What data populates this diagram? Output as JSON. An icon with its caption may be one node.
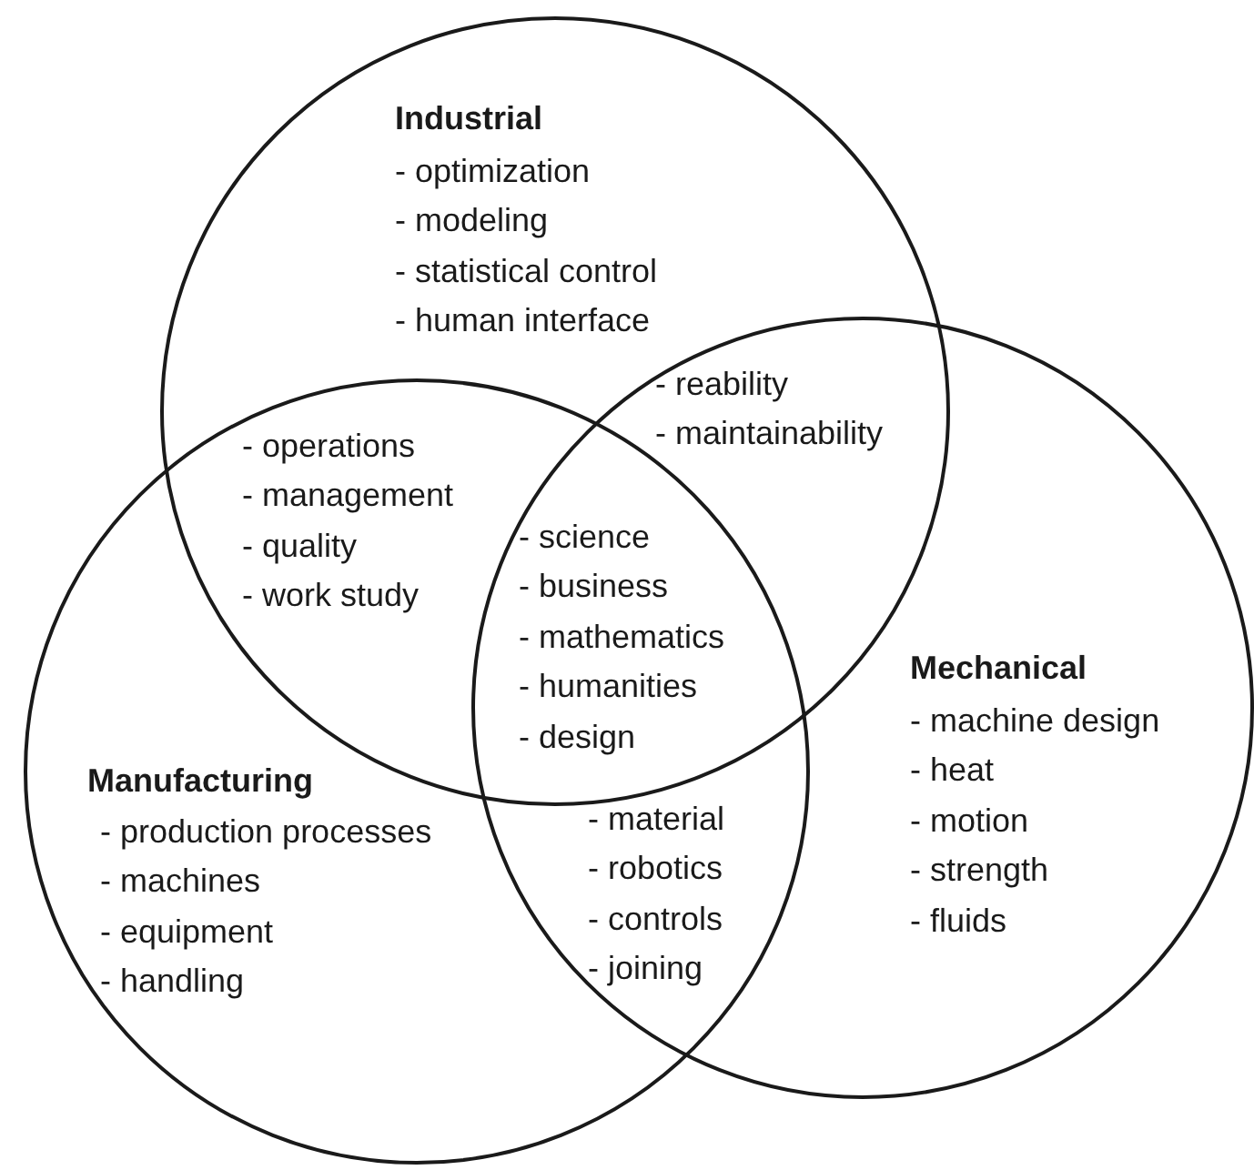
{
  "diagram": {
    "nodes": [
      {
        "text": [
          "Industrial",
          "- optimization",
          "- modeling",
          "- statistical control",
          "- human interface"
        ]
      },
      {
        "text": [
          "Manufacturing",
          "- production processes",
          "- machines",
          "- equipment",
          "- handling"
        ]
      },
      {
        "text": [
          "Mechanical",
          "- machine design",
          "- heat",
          "- motion",
          "- strength",
          "- fluids"
        ]
      }
    ],
    "labels": [
      "- reability",
      "- maintainability",
      "- operations",
      "- management",
      "- quality",
      "- work study",
      "- science",
      "- business",
      "- mathematics",
      "- humanities",
      "- design",
      "- material",
      "- robotics",
      "- controls",
      "- joining"
    ]
  }
}
